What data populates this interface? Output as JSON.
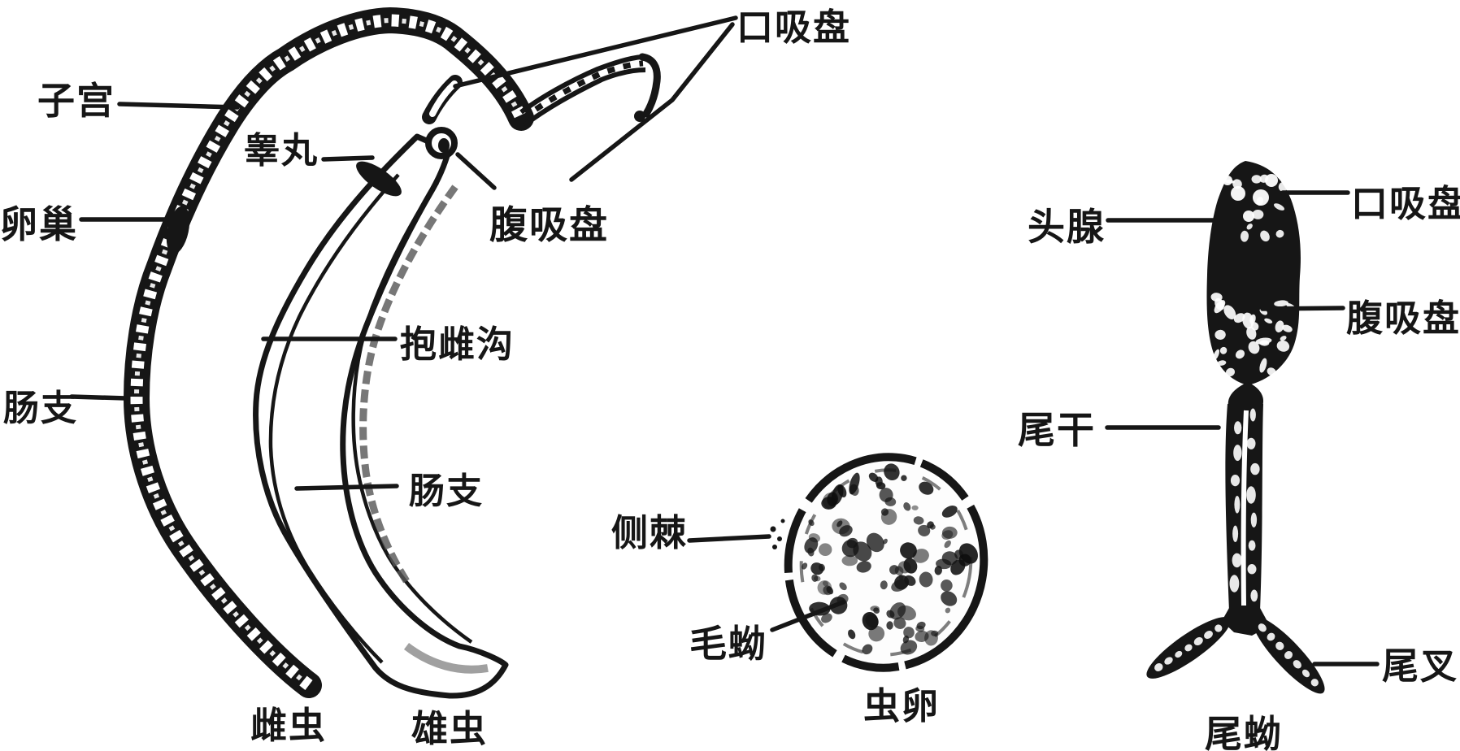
{
  "figure": {
    "subject": "schistosome-life-stages-diagram",
    "colors": {
      "background": "#ffffff",
      "ink": "#161616",
      "canal_shade": "#555555",
      "soft_shade": "#888888"
    }
  },
  "sections": {
    "adults": {
      "labels": {
        "uterus": "子宫",
        "testes": "睾丸",
        "ovary": "卵巢",
        "intestinal_branch_female": "肠支",
        "oral_sucker": "口吸盘",
        "ventral_sucker": "腹吸盘",
        "gynecophoric_canal": "抱雌沟",
        "intestinal_branch_male": "肠支"
      },
      "captions": {
        "female": "雌虫",
        "male": "雄虫"
      }
    },
    "egg": {
      "labels": {
        "lateral_spine": "侧棘",
        "miracidium": "毛蚴"
      },
      "caption": "虫卵"
    },
    "cercaria": {
      "labels": {
        "head_gland": "头腺",
        "oral_sucker": "口吸盘",
        "ventral_sucker": "腹吸盘",
        "tail_stem": "尾干",
        "tail_fork": "尾叉"
      },
      "caption": "尾蚴"
    }
  }
}
